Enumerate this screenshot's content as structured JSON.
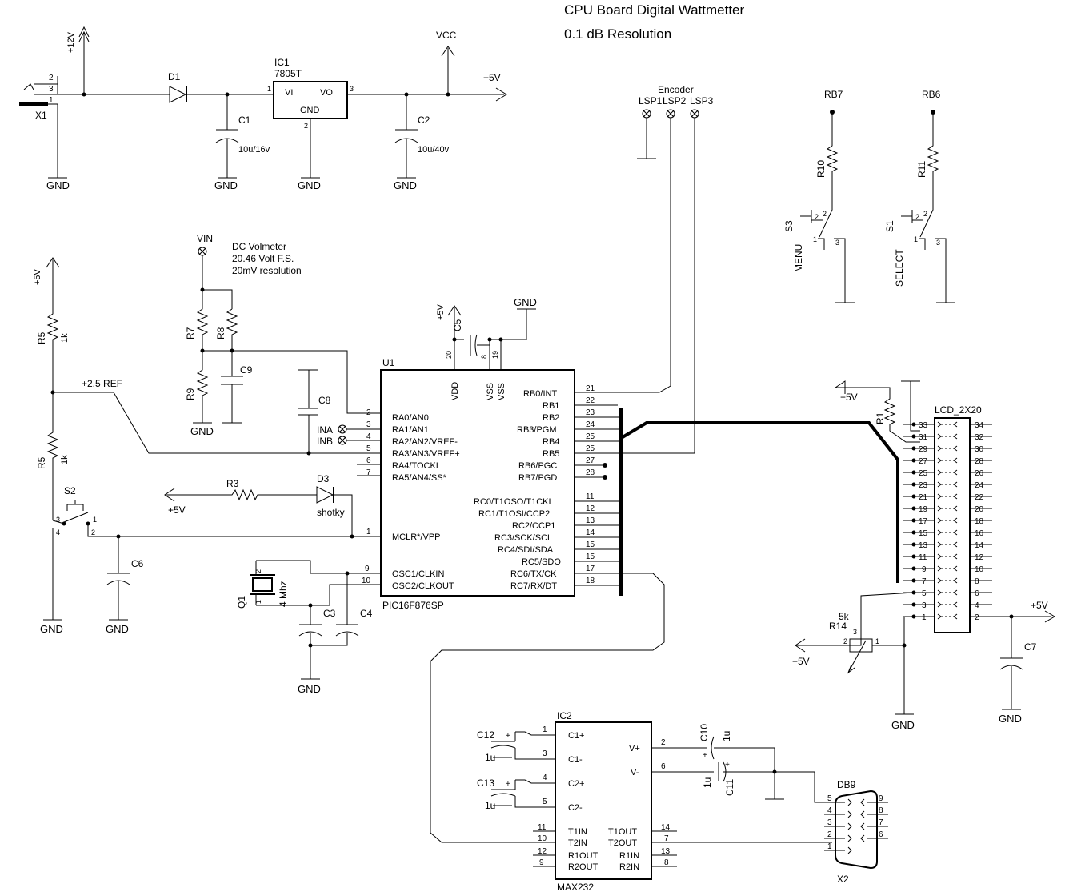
{
  "title": {
    "line1": "CPU Board Digital Wattmetter",
    "line2": "0.1 dB Resolution"
  },
  "power": {
    "v12": "+12V",
    "vcc": "VCC",
    "v5": "+5V",
    "x1": "X1",
    "x1_pins": [
      "2",
      "3",
      "1"
    ],
    "d1": "D1",
    "ic1": "IC1",
    "ic1_part": "7805T",
    "ic1_vi": "VI",
    "ic1_vo": "VO",
    "ic1_gnd": "GND",
    "ic1_pin_in": "1",
    "ic1_pin_out": "3",
    "ic1_pin_gnd": "2",
    "c1": "C1",
    "c1_val": "10u/16v",
    "c2": "C2",
    "c2_val": "10u/40v",
    "gnd": "GND"
  },
  "encoder": {
    "label": "Encoder",
    "lsp1": "LSP1",
    "lsp2": "LSP2",
    "lsp3": "LSP3"
  },
  "switches": {
    "rb7": "RB7",
    "rb6": "RB6",
    "r10": "R10",
    "r11": "R11",
    "s3": "S3",
    "s1": "S1",
    "menu": "MENU",
    "select": "SELECT",
    "pin1": "1",
    "pin2": "2",
    "pin3": "3"
  },
  "voltmeter": {
    "vin": "VIN",
    "line1": "DC Volmeter",
    "line2": "20.46 Volt F.S.",
    "line3": "20mV resolution",
    "r7": "R7",
    "r8": "R8",
    "r9": "R9",
    "c9": "C9",
    "c8": "C8",
    "ina": "INA",
    "inb": "INB"
  },
  "reference": {
    "v5": "+5V",
    "r5a": "R5",
    "r5a_val": "1k",
    "r5b": "R5",
    "r5b_val": "1k",
    "ref": "+2.5 REF",
    "s2": "S2",
    "s2_pins": [
      "3",
      "1",
      "4",
      "2"
    ],
    "c6": "C6",
    "r3": "R3",
    "d3": "D3",
    "d3_note": "shotky",
    "q1": "Q1",
    "q1_val": "4 Mhz",
    "q1_pins": [
      "2",
      "1"
    ],
    "c3": "C3",
    "c4": "C4"
  },
  "mcu": {
    "ref": "U1",
    "part": "PIC16F876SP",
    "vdd": "VDD",
    "vss1": "VSS",
    "vss2": "VSS",
    "c5": "C5",
    "pwr_pins": [
      "20",
      "8",
      "19"
    ],
    "left_pins": [
      {
        "num": "2",
        "name": "RA0/AN0"
      },
      {
        "num": "3",
        "name": "RA1/AN1"
      },
      {
        "num": "4",
        "name": "RA2/AN2/VREF-"
      },
      {
        "num": "5",
        "name": "RA3/AN3/VREF+"
      },
      {
        "num": "6",
        "name": "RA4/TOCKI"
      },
      {
        "num": "7",
        "name": "RA5/AN4/SS*"
      }
    ],
    "mclr": {
      "num": "1",
      "name": "MCLR*/VPP"
    },
    "osc": [
      {
        "num": "9",
        "name": "OSC1/CLKIN"
      },
      {
        "num": "10",
        "name": "OSC2/CLKOUT"
      }
    ],
    "right_pins": [
      {
        "num": "21",
        "name": "RB0/INT"
      },
      {
        "num": "22",
        "name": "RB1"
      },
      {
        "num": "23",
        "name": "RB2"
      },
      {
        "num": "24",
        "name": "RB3/PGM"
      },
      {
        "num": "25",
        "name": "RB4"
      },
      {
        "num": "25",
        "name": "RB5"
      },
      {
        "num": "27",
        "name": "RB6/PGC"
      },
      {
        "num": "28",
        "name": "RB7/PGD"
      },
      {
        "num": "11",
        "name": "RC0/T1OSO/T1CKI"
      },
      {
        "num": "12",
        "name": "RC1/T1OSI/CCP2"
      },
      {
        "num": "13",
        "name": "RC2/CCP1"
      },
      {
        "num": "14",
        "name": "RC3/SCK/SCL"
      },
      {
        "num": "15",
        "name": "RC4/SDI/SDA"
      },
      {
        "num": "15",
        "name": "RC5/SDO"
      },
      {
        "num": "17",
        "name": "RC6/TX/CK"
      },
      {
        "num": "18",
        "name": "RC7/RX/DT"
      }
    ]
  },
  "lcd": {
    "label": "LCD_2X20",
    "r1": "R1",
    "v5": "+5V",
    "left": [
      "33",
      "31",
      "29",
      "27",
      "25",
      "23",
      "21",
      "19",
      "17",
      "15",
      "13",
      "11",
      "9",
      "7",
      "5",
      "3",
      "1"
    ],
    "right": [
      "34",
      "32",
      "30",
      "28",
      "26",
      "24",
      "22",
      "20",
      "18",
      "16",
      "14",
      "12",
      "10",
      "8",
      "6",
      "4",
      "2"
    ],
    "r14": "R14",
    "r14_val": "5k",
    "r14_pins": [
      "3",
      "2",
      "1"
    ],
    "r14_v5": "+5V",
    "c7": "C7",
    "gnd": "GND",
    "supply": "+5V"
  },
  "max232": {
    "ref": "IC2",
    "part": "MAX232",
    "c12": "C12",
    "c12_val": "1u",
    "c13": "C13",
    "c13_val": "1u",
    "c10": "C10",
    "c10_val": "1u",
    "c11": "C11",
    "c11_val": "1u",
    "left_pins": [
      {
        "num": "1",
        "name": "C1+"
      },
      {
        "num": "3",
        "name": "C1-"
      },
      {
        "num": "4",
        "name": "C2+"
      },
      {
        "num": "5",
        "name": "C2-"
      },
      {
        "num": "11",
        "name": "T1IN"
      },
      {
        "num": "10",
        "name": "T2IN"
      },
      {
        "num": "12",
        "name": "R1OUT"
      },
      {
        "num": "9",
        "name": "R2OUT"
      }
    ],
    "right_pins": [
      {
        "num": "2",
        "name": "V+"
      },
      {
        "num": "6",
        "name": "V-"
      },
      {
        "num": "14",
        "name": "T1OUT"
      },
      {
        "num": "7",
        "name": "T2OUT"
      },
      {
        "num": "13",
        "name": "R1IN"
      },
      {
        "num": "8",
        "name": "R2IN"
      }
    ],
    "polarity": "+"
  },
  "db9": {
    "label": "DB9",
    "ref": "X2",
    "left": [
      "5",
      "4",
      "3",
      "2",
      "1"
    ],
    "right": [
      "9",
      "8",
      "7",
      "6"
    ]
  }
}
